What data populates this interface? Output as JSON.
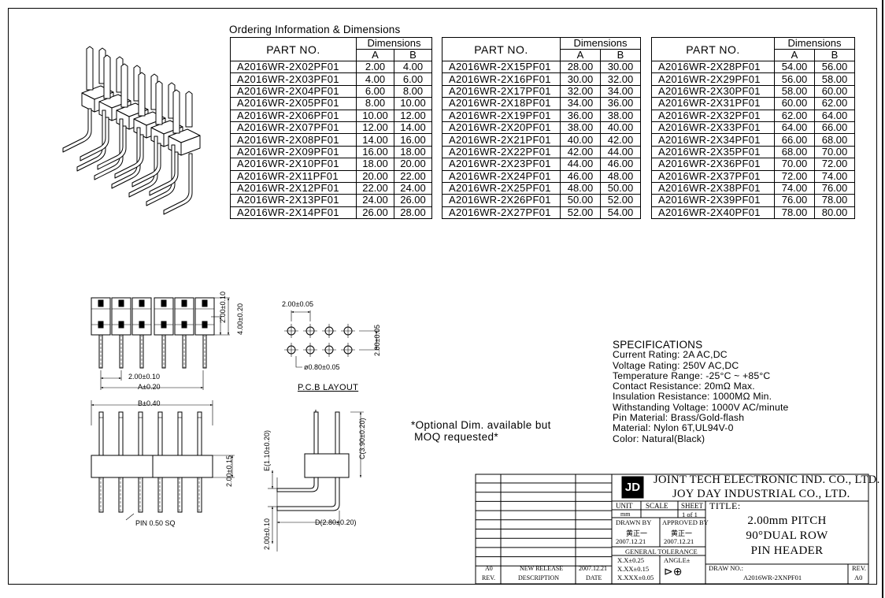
{
  "ordering": {
    "title": "Ordering Information & Dimensions",
    "headers": {
      "part_no": "PART NO.",
      "dimensions": "Dimensions",
      "a": "A",
      "b": "B"
    },
    "columns": [
      [
        {
          "part": "A2016WR-2X02PF01",
          "a": "2.00",
          "b": "4.00"
        },
        {
          "part": "A2016WR-2X03PF01",
          "a": "4.00",
          "b": "6.00"
        },
        {
          "part": "A2016WR-2X04PF01",
          "a": "6.00",
          "b": "8.00"
        },
        {
          "part": "A2016WR-2X05PF01",
          "a": "8.00",
          "b": "10.00"
        },
        {
          "part": "A2016WR-2X06PF01",
          "a": "10.00",
          "b": "12.00"
        },
        {
          "part": "A2016WR-2X07PF01",
          "a": "12.00",
          "b": "14.00"
        },
        {
          "part": "A2016WR-2X08PF01",
          "a": "14.00",
          "b": "16.00"
        },
        {
          "part": "A2016WR-2X09PF01",
          "a": "16.00",
          "b": "18.00"
        },
        {
          "part": "A2016WR-2X10PF01",
          "a": "18.00",
          "b": "20.00"
        },
        {
          "part": "A2016WR-2X11PF01",
          "a": "20.00",
          "b": "22.00"
        },
        {
          "part": "A2016WR-2X12PF01",
          "a": "22.00",
          "b": "24.00"
        },
        {
          "part": "A2016WR-2X13PF01",
          "a": "24.00",
          "b": "26.00"
        },
        {
          "part": "A2016WR-2X14PF01",
          "a": "26.00",
          "b": "28.00"
        }
      ],
      [
        {
          "part": "A2016WR-2X15PF01",
          "a": "28.00",
          "b": "30.00"
        },
        {
          "part": "A2016WR-2X16PF01",
          "a": "30.00",
          "b": "32.00"
        },
        {
          "part": "A2016WR-2X17PF01",
          "a": "32.00",
          "b": "34.00"
        },
        {
          "part": "A2016WR-2X18PF01",
          "a": "34.00",
          "b": "36.00"
        },
        {
          "part": "A2016WR-2X19PF01",
          "a": "36.00",
          "b": "38.00"
        },
        {
          "part": "A2016WR-2X20PF01",
          "a": "38.00",
          "b": "40.00"
        },
        {
          "part": "A2016WR-2X21PF01",
          "a": "40.00",
          "b": "42.00"
        },
        {
          "part": "A2016WR-2X22PF01",
          "a": "42.00",
          "b": "44.00"
        },
        {
          "part": "A2016WR-2X23PF01",
          "a": "44.00",
          "b": "46.00"
        },
        {
          "part": "A2016WR-2X24PF01",
          "a": "46.00",
          "b": "48.00"
        },
        {
          "part": "A2016WR-2X25PF01",
          "a": "48.00",
          "b": "50.00"
        },
        {
          "part": "A2016WR-2X26PF01",
          "a": "50.00",
          "b": "52.00"
        },
        {
          "part": "A2016WR-2X27PF01",
          "a": "52.00",
          "b": "54.00"
        }
      ],
      [
        {
          "part": "A2016WR-2X28PF01",
          "a": "54.00",
          "b": "56.00"
        },
        {
          "part": "A2016WR-2X29PF01",
          "a": "56.00",
          "b": "58.00"
        },
        {
          "part": "A2016WR-2X30PF01",
          "a": "58.00",
          "b": "60.00"
        },
        {
          "part": "A2016WR-2X31PF01",
          "a": "60.00",
          "b": "62.00"
        },
        {
          "part": "A2016WR-2X32PF01",
          "a": "62.00",
          "b": "64.00"
        },
        {
          "part": "A2016WR-2X33PF01",
          "a": "64.00",
          "b": "66.00"
        },
        {
          "part": "A2016WR-2X34PF01",
          "a": "66.00",
          "b": "68.00"
        },
        {
          "part": "A2016WR-2X35PF01",
          "a": "68.00",
          "b": "70.00"
        },
        {
          "part": "A2016WR-2X36PF01",
          "a": "70.00",
          "b": "72.00"
        },
        {
          "part": "A2016WR-2X37PF01",
          "a": "72.00",
          "b": "74.00"
        },
        {
          "part": "A2016WR-2X38PF01",
          "a": "74.00",
          "b": "76.00"
        },
        {
          "part": "A2016WR-2X39PF01",
          "a": "76.00",
          "b": "78.00"
        },
        {
          "part": "A2016WR-2X40PF01",
          "a": "78.00",
          "b": "80.00"
        }
      ]
    ]
  },
  "dimensions_labels": {
    "height_010": "2.00±0.10",
    "height_020": "4.00±0.20",
    "pitch_010": "2.00±0.10",
    "a_020": "A±0.20",
    "b_040": "B±0.40",
    "height_015": "2.00±0.15",
    "pin_sq": "PIN 0.50 SQ",
    "pcb_pitch_h": "2.00±0.05",
    "pcb_pitch_v": "2.00±0.05",
    "hole": "ø0.80±0.05",
    "pcb_caption": "P.C.B LAYOUT",
    "dim_e": "E(1.10±0.20)",
    "dim_c": "C(3.90±0.20)",
    "dim_d": "D(2.80±0.20)",
    "side_010": "2.00±0.10"
  },
  "optional_note": [
    "*Optional Dim. available but",
    " MOQ requested*"
  ],
  "specifications": {
    "heading": "SPECIFICATIONS",
    "lines": [
      "Current Rating: 2A AC,DC",
      "Voltage Rating: 250V AC,DC",
      "Temperature Range: -25°C ~ +85°C",
      "Contact Resistance: 20mΩ Max.",
      "Insulation Resistance: 1000MΩ Min.",
      "Withstanding Voltage: 1000V AC/minute",
      "Pin Material: Brass/Gold-flash",
      "Material: Nylon 6T,UL94V-0",
      "Color: Natural(Black)"
    ]
  },
  "title_block": {
    "company_1": "JOINT TECH ELECTRONIC IND. CO., LTD.",
    "company_2": "JOY DAY INDUSTRIAL CO., LTD.",
    "logo_text": "JD",
    "unit_label": "UNIT",
    "unit_value": "mm",
    "scale_label": "SCALE",
    "sheet_label": "SHEET",
    "sheet_value": "1 of 1",
    "title_label": "TITLE:",
    "title_lines": [
      "2.00mm PITCH",
      "90°DUAL ROW",
      "PIN HEADER"
    ],
    "drawn_by_label": "DRAWN BY",
    "drawn_by": "黄正一",
    "drawn_date": "2007.12.21",
    "approved_by_label": "APPROVED BY",
    "approved_by": "黄正一",
    "approved_date": "2007.12.21",
    "general_tolerance": "GENERAL TOLERANCE",
    "tol_1": "X.X±0.25",
    "tol_2": "X.XX±0.15",
    "tol_3": "X.XXX±0.05",
    "angle_label": "ANGLE±",
    "draw_no_label": "DRAW NO.:",
    "draw_no": "A2016WR-2XNPF01",
    "rev_label": "REV.",
    "rev_value": "A0",
    "revision_row": {
      "rev": "A0",
      "description": "NEW RELEASE",
      "date": "2007.12.21"
    },
    "revision_headers": {
      "rev": "REV.",
      "description": "DESCRIPTION",
      "date": "DATE"
    }
  }
}
